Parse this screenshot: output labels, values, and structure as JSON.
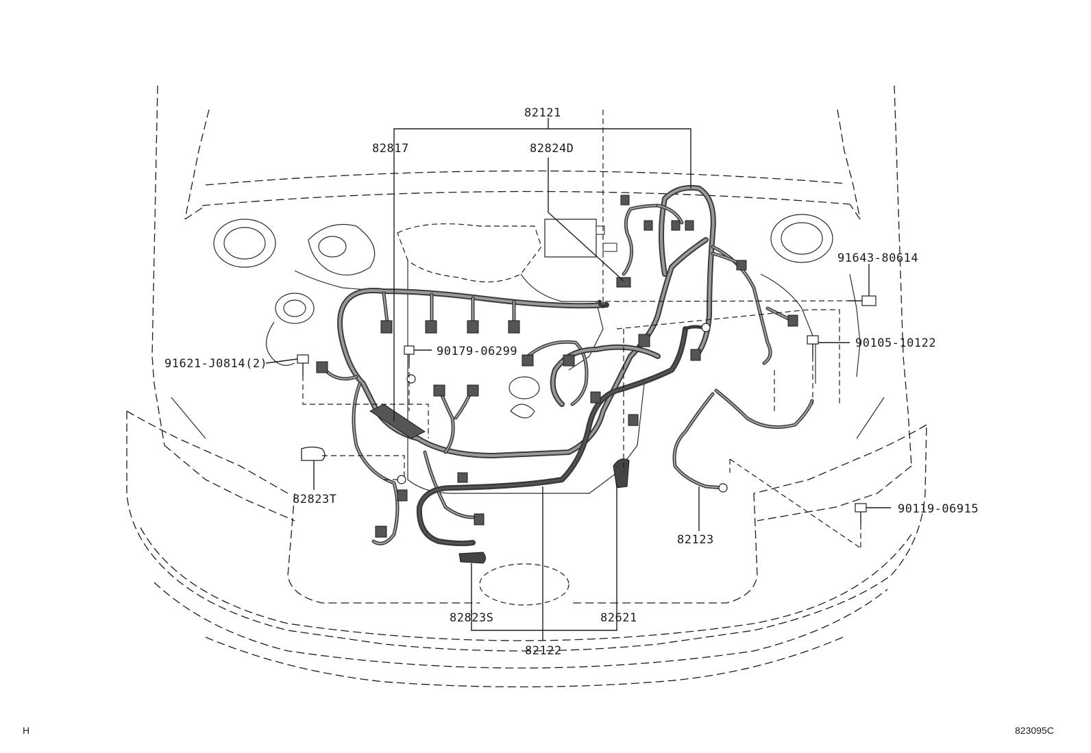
{
  "diagram": {
    "part_labels": [
      "82121",
      "82817",
      "82824D",
      "91643-80614",
      "90105-10122",
      "90179-06299",
      "91621-J0814(2)",
      "82823T",
      "90119-06915",
      "82123",
      "82823S",
      "82621",
      "82122"
    ],
    "corner_left": "H",
    "corner_right": "823095C"
  }
}
